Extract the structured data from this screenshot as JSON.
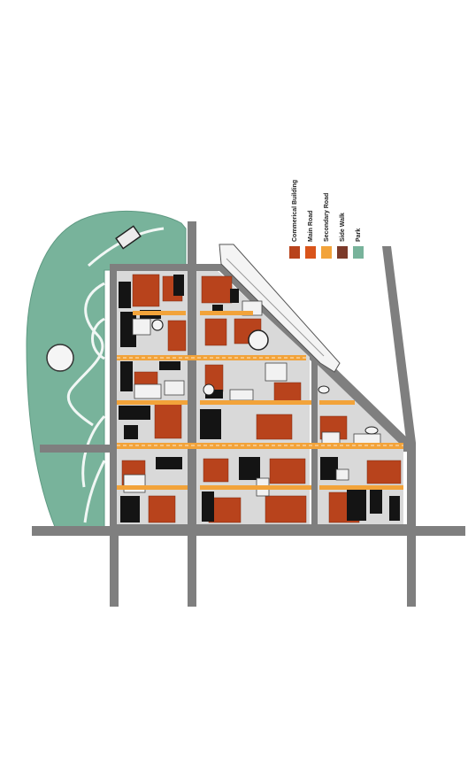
{
  "legend": {
    "items": [
      {
        "label": "Commerical Building",
        "color": "#b8431c"
      },
      {
        "label": "Main Road",
        "color": "#d9541a"
      },
      {
        "label": "Secondary Road",
        "color": "#f2a33a"
      },
      {
        "label": "Side Walk",
        "color": "#7c3a2a"
      },
      {
        "label": "Park",
        "color": "#78b39b"
      }
    ]
  },
  "colors": {
    "park": "#78b39b",
    "road": "#7f7f7f",
    "plaza": "#d9d9d9",
    "building_commercial": "#b8431c",
    "building_dark": "#141414",
    "building_light": "#f2f2f2",
    "secondary_road": "#f2a33a"
  }
}
